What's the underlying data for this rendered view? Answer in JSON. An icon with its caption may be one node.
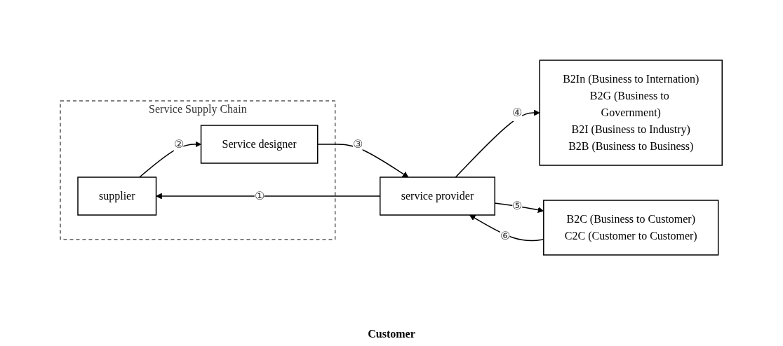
{
  "diagram": {
    "nodes": [
      {
        "text": [
          "Service Supply Chain"
        ]
      },
      {
        "text": [
          "supplier"
        ],
        "in": 0
      },
      {
        "text": [
          "service provider"
        ]
      },
      {
        "text": [
          "Service designer"
        ],
        "in": 0
      },
      {
        "text": [
          "B2In (Business to Internation)",
          "B2G (Business to Government)",
          "B2I (Business to Industry)",
          "B2B (Business to Business)"
        ]
      },
      {
        "text": [
          "B2C (Business to Customer)",
          "C2C (Customer to Customer)"
        ]
      }
    ],
    "edges": [
      {
        "from": 2,
        "to": 1,
        "arrow": "to",
        "label": "①"
      },
      {
        "from": 1,
        "to": 3,
        "arrow": "to",
        "label": "②"
      },
      {
        "from": 3,
        "to": 2,
        "arrow": "to",
        "label": "③"
      },
      {
        "from": 2,
        "to": 4,
        "arrow": "to",
        "label": "④"
      },
      {
        "from": 2,
        "to": 5,
        "arrow": "to",
        "label": "⑤"
      },
      {
        "from": 5,
        "to": 2,
        "arrow": "to",
        "label": "⑥"
      }
    ],
    "labels": [
      "Customer"
    ]
  }
}
